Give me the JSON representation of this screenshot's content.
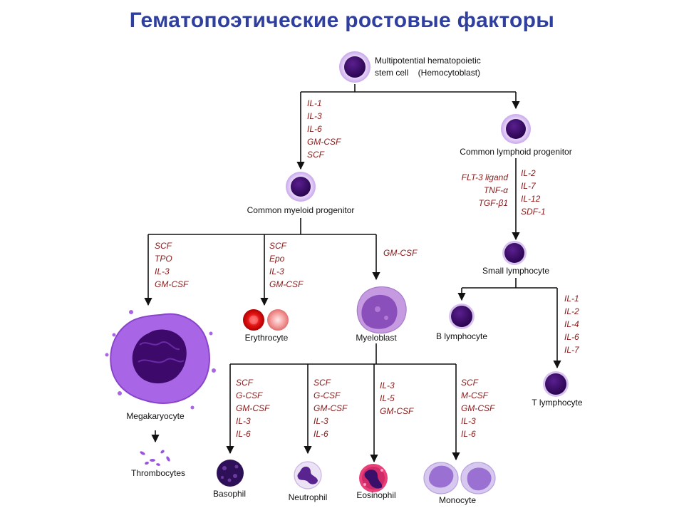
{
  "title": "Гематопоэтические ростовые факторы",
  "cells": {
    "stem": [
      "Multipotential hematopoietic",
      "stem cell    (Hemocytoblast)"
    ],
    "lymphoid_progenitor": "Common lymphoid progenitor",
    "myeloid_progenitor": "Common myeloid progenitor",
    "small_lymphocyte": "Small lymphocyte",
    "b_lymphocyte": "B lymphocyte",
    "t_lymphocyte": "T lymphocyte",
    "megakaryocyte": "Megakaryocyte",
    "thrombocytes": "Thrombocytes",
    "erythrocyte": "Erythrocyte",
    "myeloblast": "Myeloblast",
    "basophil": "Basophil",
    "neutrophil": "Neutrophil",
    "eosinophil": "Eosinophil",
    "monocyte": "Monocyte"
  },
  "factors": {
    "stem_to_myeloid": [
      "IL-1",
      "IL-3",
      "IL-6",
      "GM-CSF",
      "SCF"
    ],
    "lymphoid_left": [
      "FLT-3 ligand",
      "TNF-α",
      "TGF-β1"
    ],
    "lymphoid_right": [
      "IL-2",
      "IL-7",
      "IL-12",
      "SDF-1"
    ],
    "megakaryocyte": [
      "SCF",
      "TPO",
      "IL-3",
      "GM-CSF"
    ],
    "erythrocyte": [
      "SCF",
      "Epo",
      "IL-3",
      "GM-CSF"
    ],
    "myeloblast": [
      "GM-CSF"
    ],
    "t_lymphocyte": [
      "IL-1",
      "IL-2",
      "IL-4",
      "IL-6",
      "IL-7"
    ],
    "basophil": [
      "SCF",
      "G-CSF",
      "GM-CSF",
      "IL-3",
      "IL-6"
    ],
    "neutrophil": [
      "SCF",
      "G-CSF",
      "GM-CSF",
      "IL-3",
      "IL-6"
    ],
    "eosinophil": [
      "IL-3",
      "IL-5",
      "GM-CSF"
    ],
    "monocyte": [
      "SCF",
      "M-CSF",
      "GM-CSF",
      "IL-3",
      "IL-6"
    ]
  },
  "colors": {
    "title": "#2f3fa0",
    "factor_text": "#8a1a1a",
    "cell_nucleus": "#3d0a6b",
    "cell_halo": "#d9c2f0",
    "megakaryocyte": "#a25ee0",
    "erythrocyte": "#e01a1a"
  }
}
